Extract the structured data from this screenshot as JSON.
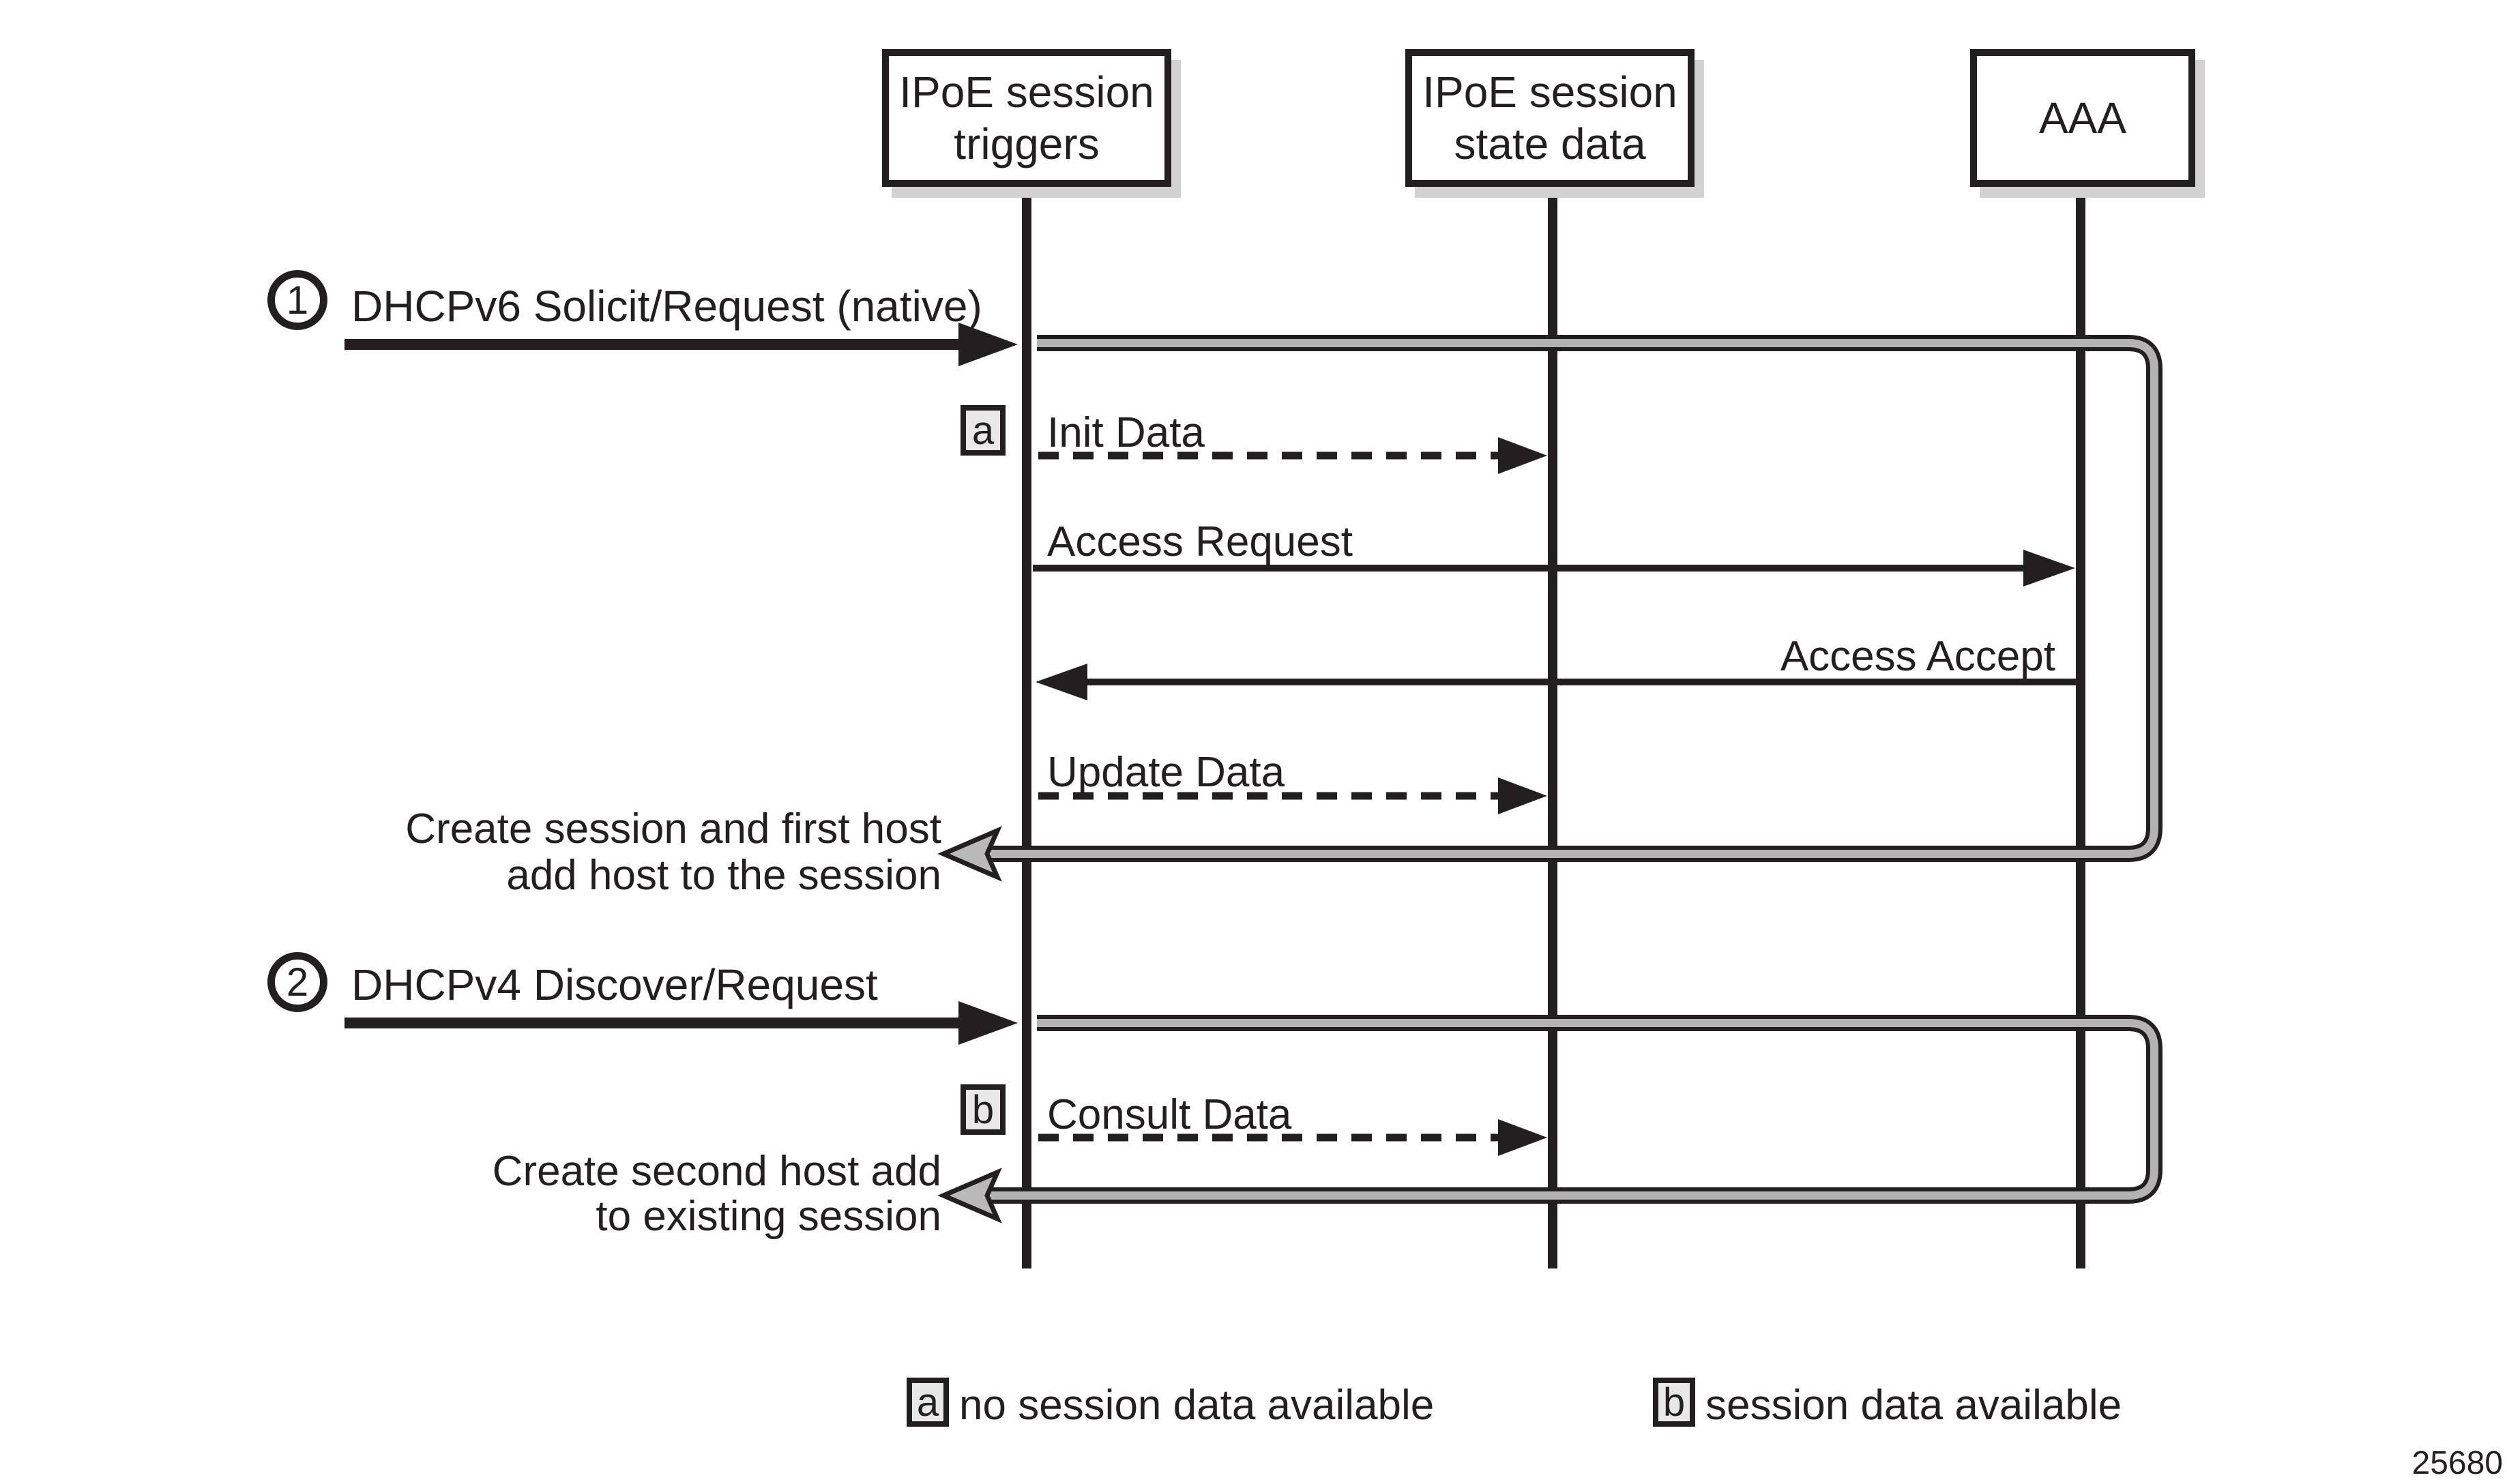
{
  "figure": {
    "number": "25680"
  },
  "colors": {
    "ink": "#231f20",
    "tube_gray": "#b3b3b3",
    "marker_fill": "#e8e8e8",
    "box_shadow": "#d2d2d2"
  },
  "actors": [
    {
      "id": "ipoe-session-triggers",
      "lines": [
        "IPoE session",
        "triggers"
      ]
    },
    {
      "id": "ipoe-session-state-data",
      "lines": [
        "IPoE session",
        "state data"
      ]
    },
    {
      "id": "aaa",
      "lines": [
        "AAA"
      ]
    }
  ],
  "steps": [
    {
      "num": "1",
      "label": "DHCPv6 Solicit/Request (native)"
    },
    {
      "num": "2",
      "label": "DHCPv4 Discover/Request"
    }
  ],
  "messages": {
    "init_data": "Init Data",
    "access_request": "Access Request",
    "access_accept": "Access Accept",
    "update_data": "Update Data",
    "consult_data": "Consult Data"
  },
  "notes": {
    "first": [
      "Create session and first host",
      "add host to the session"
    ],
    "second": [
      "Create second host add",
      "to existing session"
    ]
  },
  "markers": {
    "a": "a",
    "b": "b"
  },
  "legend": [
    {
      "marker": "a",
      "label": "no session data available"
    },
    {
      "marker": "b",
      "label": "session data available"
    }
  ]
}
